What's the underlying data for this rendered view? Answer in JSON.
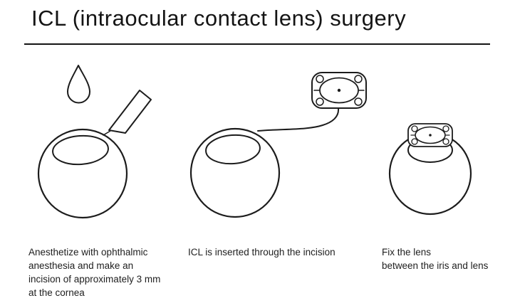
{
  "title": "ICL (intraocular contact lens) surgery",
  "steps": [
    {
      "id": "incision",
      "caption": "Anesthetize with ophthalmic\nanesthesia and make an\nincision of approximately 3 mm\nat the cornea"
    },
    {
      "id": "insertion",
      "caption": "ICL is inserted through the incision"
    },
    {
      "id": "fixation",
      "caption": "Fix the lens\nbetween the iris and lens"
    }
  ],
  "colors": {
    "line": "#1c1c1c",
    "background": "#ffffff"
  }
}
